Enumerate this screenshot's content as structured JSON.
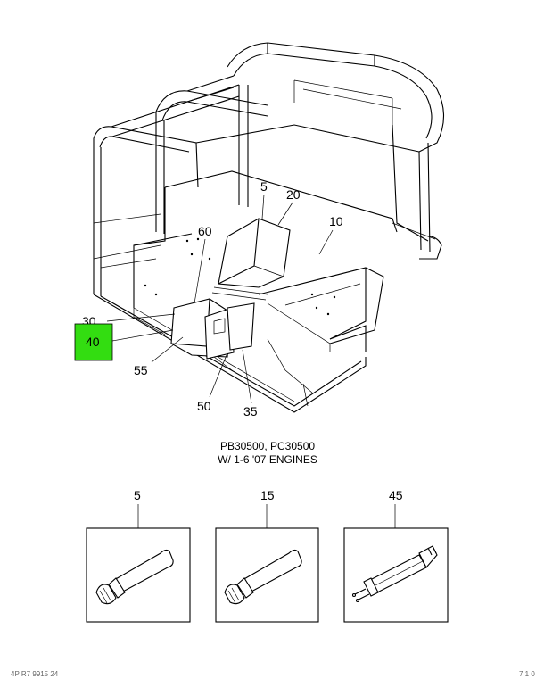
{
  "caption": {
    "line1": "PB30500, PC30500",
    "line2": "W/ 1-6 '07 ENGINES"
  },
  "callouts": [
    "5",
    "20",
    "10",
    "60",
    "30",
    "40",
    "55",
    "50",
    "35"
  ],
  "highlighted_callout": "40",
  "highlight_color": "#33dd11",
  "inset_callouts": [
    "5",
    "15",
    "45"
  ],
  "inset_items": [
    "tube-icon",
    "tube-icon",
    "dual-syringe-icon"
  ],
  "footer": {
    "left": "4P R7 9915 24",
    "right": "7 1 0"
  }
}
